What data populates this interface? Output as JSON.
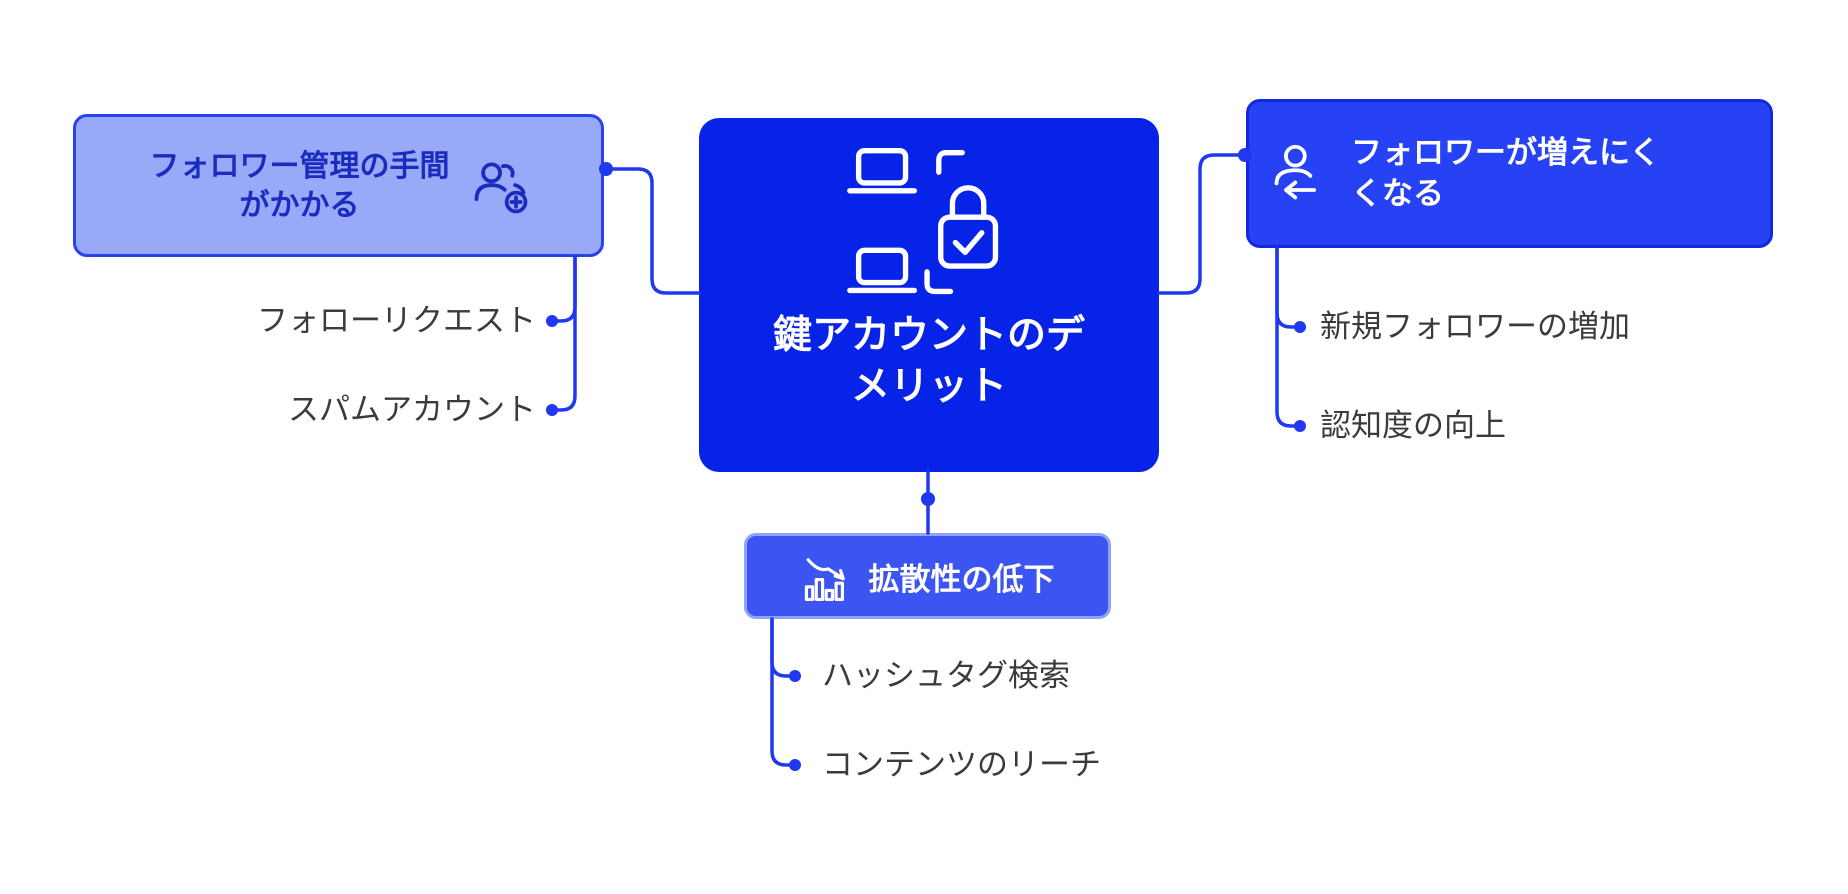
{
  "colors": {
    "center_bg": "#0823e8",
    "left_bg": "#98a9f8",
    "left_border": "#2b41ee",
    "left_text": "#1b2bbd",
    "right_bg": "#2642f4",
    "right_border": "#1228dd",
    "bottom_bg": "#3c55f2",
    "bottom_border": "#8fa2f7",
    "connector": "#2038f0",
    "child_text": "#3b3b3b",
    "background": "#ffffff"
  },
  "diagram": {
    "center": {
      "title": "鍵アカウントのデメリット",
      "icon": "secured-devices-icon"
    },
    "left_branch": {
      "label": "フォロワー管理の手間がかかる",
      "icon": "add-follower-icon",
      "children": [
        "フォローリクエスト",
        "スパムアカウント"
      ]
    },
    "right_branch": {
      "label": "フォロワーが増えにくくなる",
      "icon": "follower-decrease-icon",
      "children": [
        "新規フォロワーの増加",
        "認知度の向上"
      ]
    },
    "bottom_branch": {
      "label": "拡散性の低下",
      "icon": "declining-chart-icon",
      "children": [
        "ハッシュタグ検索",
        "コンテンツのリーチ"
      ]
    }
  }
}
